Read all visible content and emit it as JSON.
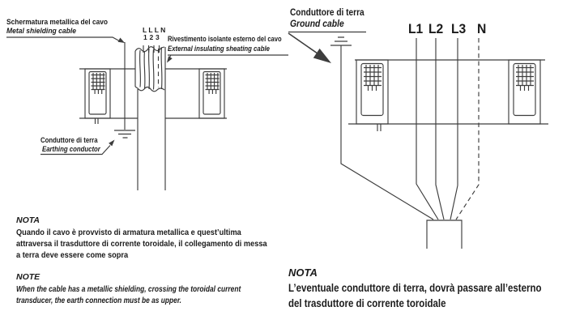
{
  "colors": {
    "ink": "#1b1b1b",
    "line": "#3d3d3d",
    "background": "#ffffff"
  },
  "left_diagram": {
    "shield_label_it": "Schermatura metallica del cavo",
    "shield_label_en": "Metal shielding cable",
    "core_marking": "LLLN",
    "core_numbers": "123",
    "sheath_label_it": "Rivestimento isolante esterno del cavo",
    "sheath_label_en": "External insulating sheating cable",
    "earth_label_it": "Conduttore di terra",
    "earth_label_en": "Earthing conductor"
  },
  "right_diagram": {
    "ground_label_it": "Conduttore di terra",
    "ground_label_en": "Ground cable",
    "phases": [
      "L1",
      "L2",
      "L3",
      "N"
    ]
  },
  "notes_left": {
    "nota_title": "NOTA",
    "nota_lines": [
      "Quando il cavo è provvisto di armatura metallica e quest’ultima",
      "attraversa il trasduttore di corrente toroidale, il collegamento di messa",
      "a terra deve essere come sopra"
    ],
    "note_title": "NOTE",
    "note_lines": [
      "When the cable has a metallic shielding, crossing the toroidal current",
      "transducer, the earth connection must be as upper."
    ]
  },
  "notes_right": {
    "title": "NOTA",
    "lines": [
      "L’eventuale conduttore di terra, dovrà passare all’esterno",
      "del trasduttore di corrente toroidale"
    ]
  }
}
